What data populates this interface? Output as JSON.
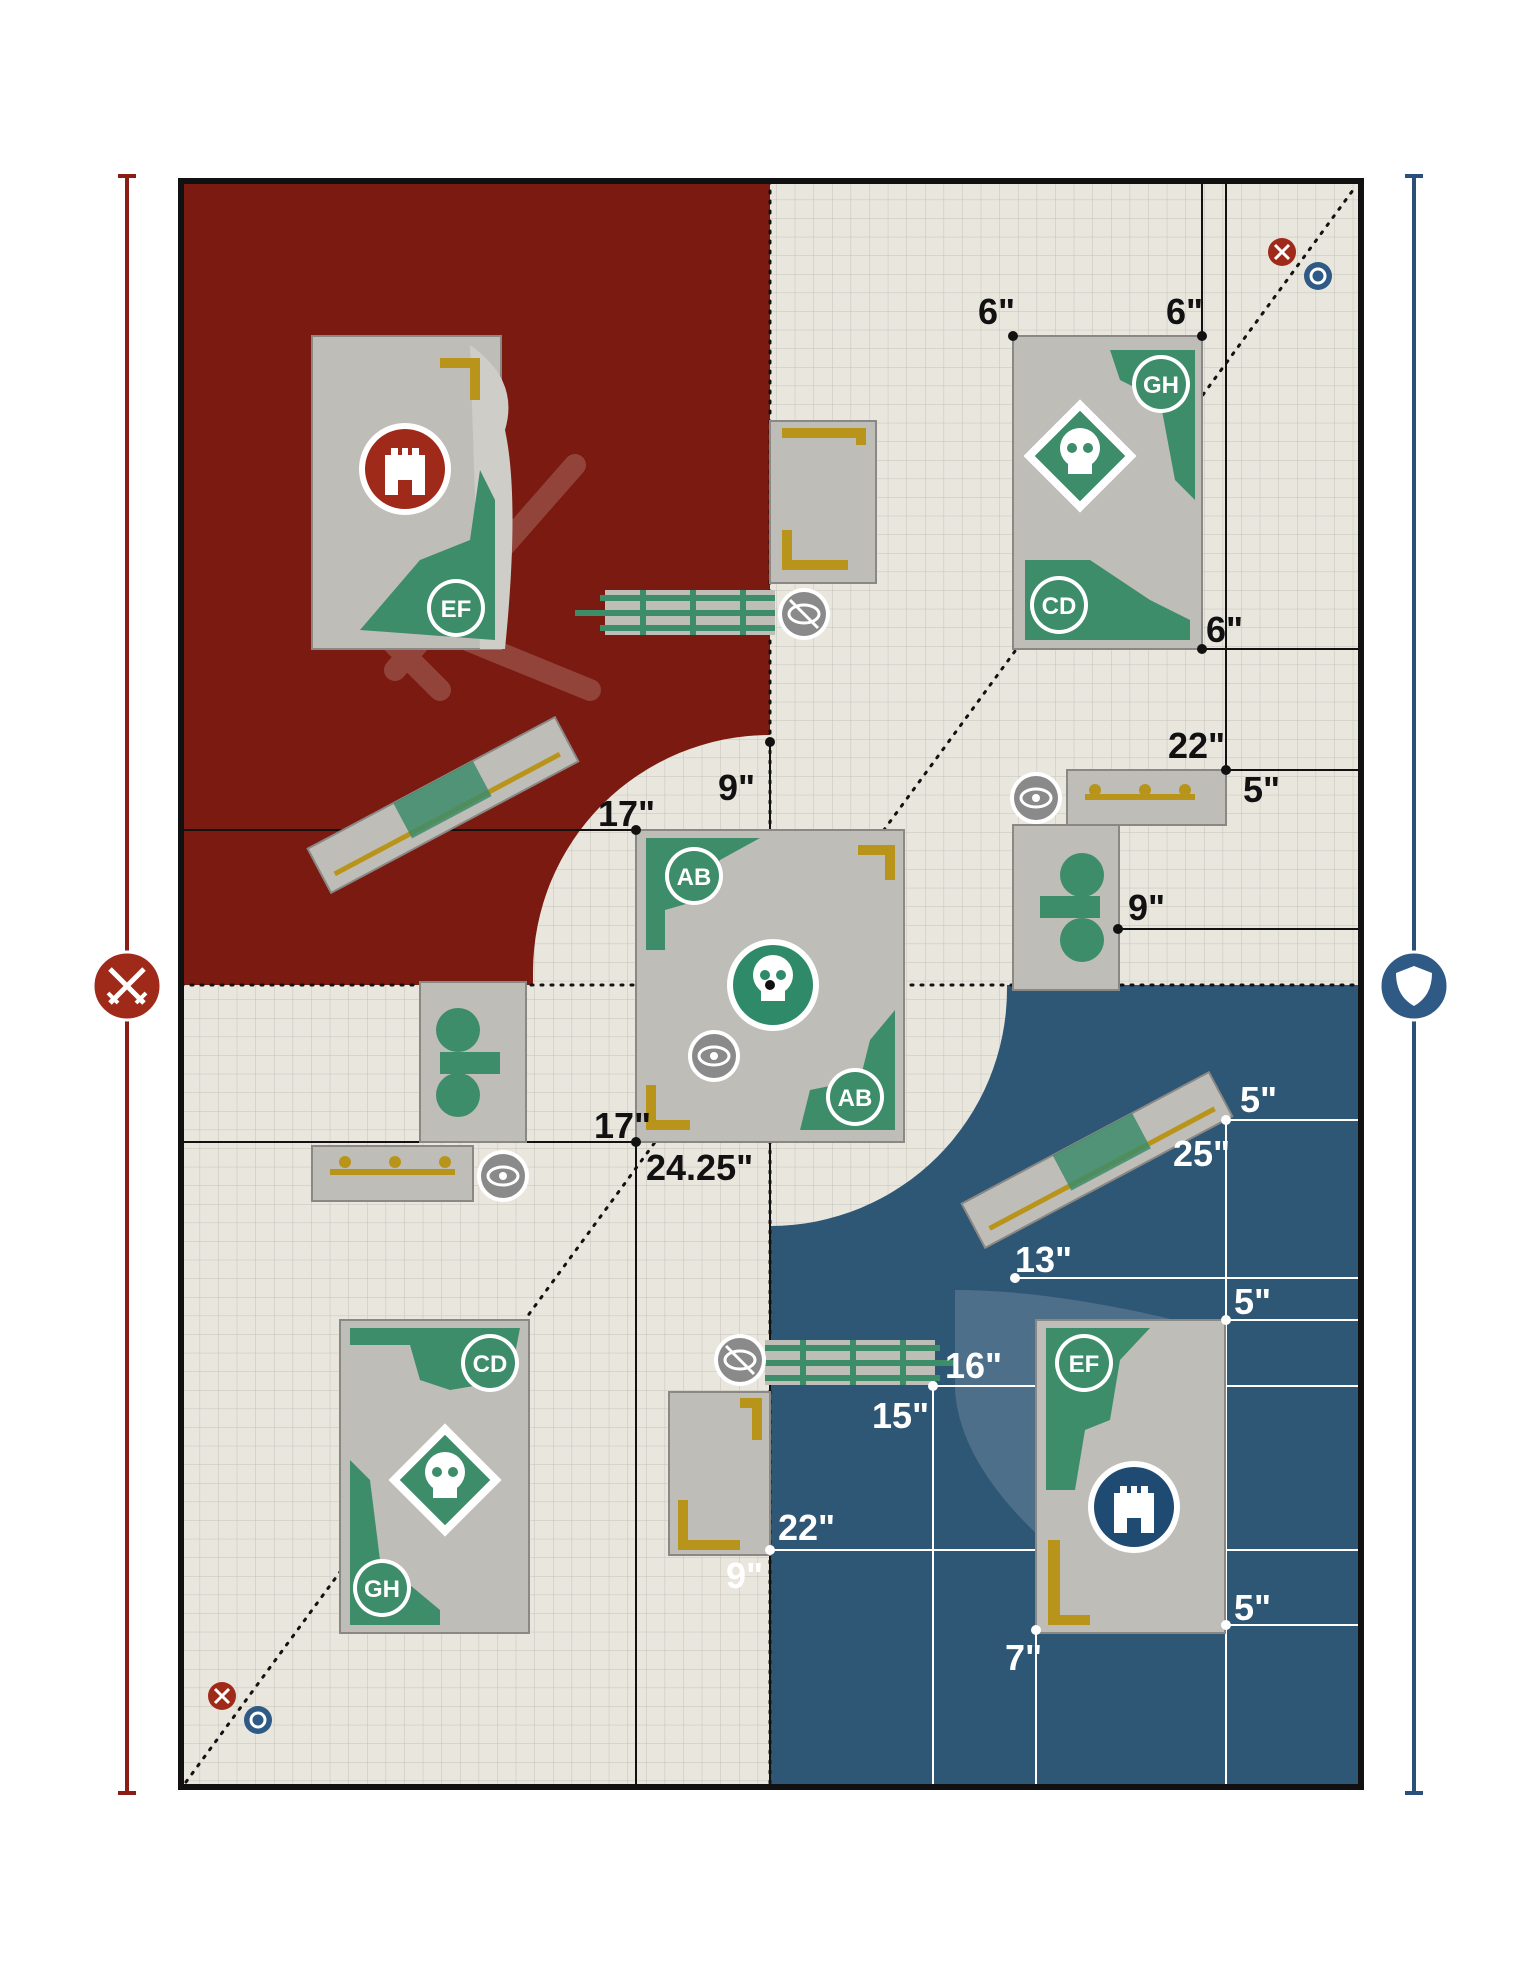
{
  "colors": {
    "attacker": "#7a1a10",
    "defender": "#2e5675",
    "neutral": "#e9e6de",
    "grid": "#c9c6be",
    "objective": "#2e8a68",
    "terrain_green": "#3d8c6a",
    "terrain_grey": "#bfbdb8",
    "terrain_gold": "#b8941a",
    "border": "#111111"
  },
  "territories": {
    "attacker": {
      "name": "attacker-territory",
      "icon": "crossed-swords-icon",
      "color": "#7a1a10"
    },
    "defender": {
      "name": "defender-territory",
      "icon": "shield-icon",
      "color": "#2e5675"
    }
  },
  "badges": {
    "ab": "AB",
    "cd": "CD",
    "ef": "EF",
    "gh": "GH"
  },
  "measurements": {
    "m6a": "6\"",
    "m6b": "6\"",
    "m6c": "6\"",
    "m22a": "22\"",
    "m5a": "5\"",
    "m9a": "9\"",
    "m9b": "9\"",
    "m17a": "17\"",
    "m17b": "17\"",
    "m2425": "24.25\"",
    "m5b": "5\"",
    "m25": "25\"",
    "m13": "13\"",
    "m5c": "5\"",
    "m16": "16\"",
    "m15": "15\"",
    "m22b": "22\"",
    "m9c": "9\"",
    "m5d": "5\"",
    "m7": "7\""
  },
  "icons": {
    "attacker_marker": "crossed-swords-icon",
    "defender_marker": "shield-icon",
    "objective": "skull-icon",
    "stronghold": "tower-icon",
    "line_of_sight": "eye-icon",
    "blocks_sight": "eye-slash-icon",
    "deployment_corner": "attacker-defender-corner-icon"
  }
}
